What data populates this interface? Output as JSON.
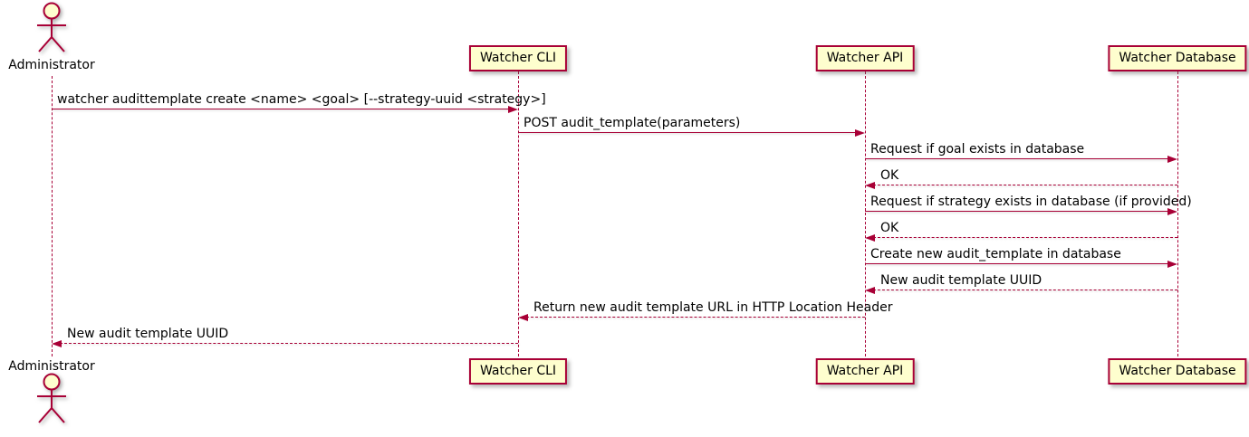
{
  "diagram": {
    "type": "sequence",
    "colors": {
      "stroke": "#A80036",
      "participant_fill": "#FEFECE",
      "text": "#000000",
      "background": "#FFFFFF"
    },
    "actors": [
      {
        "id": "administrator",
        "label": "Administrator",
        "kind": "actor"
      },
      {
        "id": "watcher-cli",
        "label": "Watcher CLI",
        "kind": "participant"
      },
      {
        "id": "watcher-api",
        "label": "Watcher API",
        "kind": "participant"
      },
      {
        "id": "watcher-database",
        "label": "Watcher Database",
        "kind": "participant"
      }
    ],
    "messages": [
      {
        "from": "administrator",
        "to": "watcher-cli",
        "style": "solid",
        "text": "watcher audittemplate create <name> <goal> [--strategy-uuid <strategy>]"
      },
      {
        "from": "watcher-cli",
        "to": "watcher-api",
        "style": "solid",
        "text": "POST audit_template(parameters)"
      },
      {
        "from": "watcher-api",
        "to": "watcher-database",
        "style": "solid",
        "text": "Request if goal exists in database"
      },
      {
        "from": "watcher-database",
        "to": "watcher-api",
        "style": "dashed",
        "text": "OK"
      },
      {
        "from": "watcher-api",
        "to": "watcher-database",
        "style": "solid",
        "text": "Request if strategy exists in database (if provided)"
      },
      {
        "from": "watcher-database",
        "to": "watcher-api",
        "style": "dashed",
        "text": "OK"
      },
      {
        "from": "watcher-api",
        "to": "watcher-database",
        "style": "solid",
        "text": "Create new audit_template in database"
      },
      {
        "from": "watcher-database",
        "to": "watcher-api",
        "style": "dashed",
        "text": "New audit template UUID"
      },
      {
        "from": "watcher-api",
        "to": "watcher-cli",
        "style": "dashed",
        "text": "Return new audit template URL in HTTP Location Header"
      },
      {
        "from": "watcher-cli",
        "to": "administrator",
        "style": "dashed",
        "text": "New audit template UUID"
      }
    ]
  }
}
